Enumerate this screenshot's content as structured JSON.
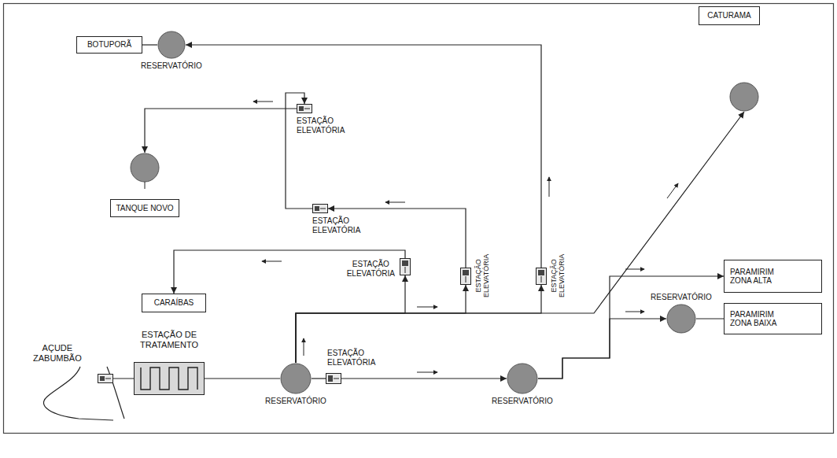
{
  "diagram": {
    "nodes": [
      {
        "text": [
          "BOTUPORÃ"
        ]
      },
      {
        "text": [
          "RESERVATÓRIO"
        ]
      },
      {
        "text": [
          "CATURAMA"
        ]
      },
      {
        "text": [
          "ESTAÇÃO ELEVATÓRIA"
        ]
      },
      {
        "text": [
          "TANQUE NOVO"
        ]
      },
      {
        "text": [
          "ESTAÇÃO ELEVATÓRIA"
        ]
      },
      {
        "text": [
          "CARAÍBAS"
        ]
      },
      {
        "text": [
          "ESTAÇÃO ELEVATÓRIA"
        ]
      },
      {
        "text": [
          "ESTAÇÃO ELEVATÓRIA"
        ]
      },
      {
        "text": [
          "ESTAÇÃO ELEVATÓRIA"
        ]
      },
      {
        "text": [
          "AÇUDE ZABUMBÃO"
        ]
      },
      {
        "text": [
          "ESTAÇÃO DE TRATAMENTO"
        ]
      },
      {
        "text": [
          "RESERVATÓRIO"
        ]
      },
      {
        "text": [
          "ESTAÇÃO ELEVATÓRIA"
        ]
      },
      {
        "text": [
          "RESERVATÓRIO"
        ]
      },
      {
        "text": [
          "PARAMIRIM ZONA ALTA"
        ]
      },
      {
        "text": [
          "RESERVATÓRIO"
        ]
      },
      {
        "text": [
          "PARAMIRIM ZONA BAIXA"
        ]
      }
    ],
    "edges": [
      {
        "from": 10,
        "to": 11,
        "arrow": "none"
      },
      {
        "from": 11,
        "to": 12,
        "arrow": "none"
      },
      {
        "from": 12,
        "to": 13,
        "arrow": "none"
      },
      {
        "from": 13,
        "to": 14,
        "arrow": "to"
      },
      {
        "from": 14,
        "to": 15,
        "arrow": "to"
      },
      {
        "from": 14,
        "to": 16,
        "arrow": "to"
      },
      {
        "from": 16,
        "to": 17,
        "arrow": "none"
      },
      {
        "from": 12,
        "to": 7,
        "arrow": "to"
      },
      {
        "from": 12,
        "to": 8,
        "arrow": "to"
      },
      {
        "from": 12,
        "to": 9,
        "arrow": "to"
      },
      {
        "from": 12,
        "to": 2,
        "arrow": "to"
      },
      {
        "from": 7,
        "to": 6,
        "arrow": "to"
      },
      {
        "from": 8,
        "to": 5,
        "arrow": "to"
      },
      {
        "from": 5,
        "to": 3,
        "arrow": "to"
      },
      {
        "from": 3,
        "to": 4,
        "arrow": "to"
      },
      {
        "from": 9,
        "to": 1,
        "arrow": "to"
      },
      {
        "from": 1,
        "to": 0,
        "arrow": "none"
      }
    ]
  }
}
